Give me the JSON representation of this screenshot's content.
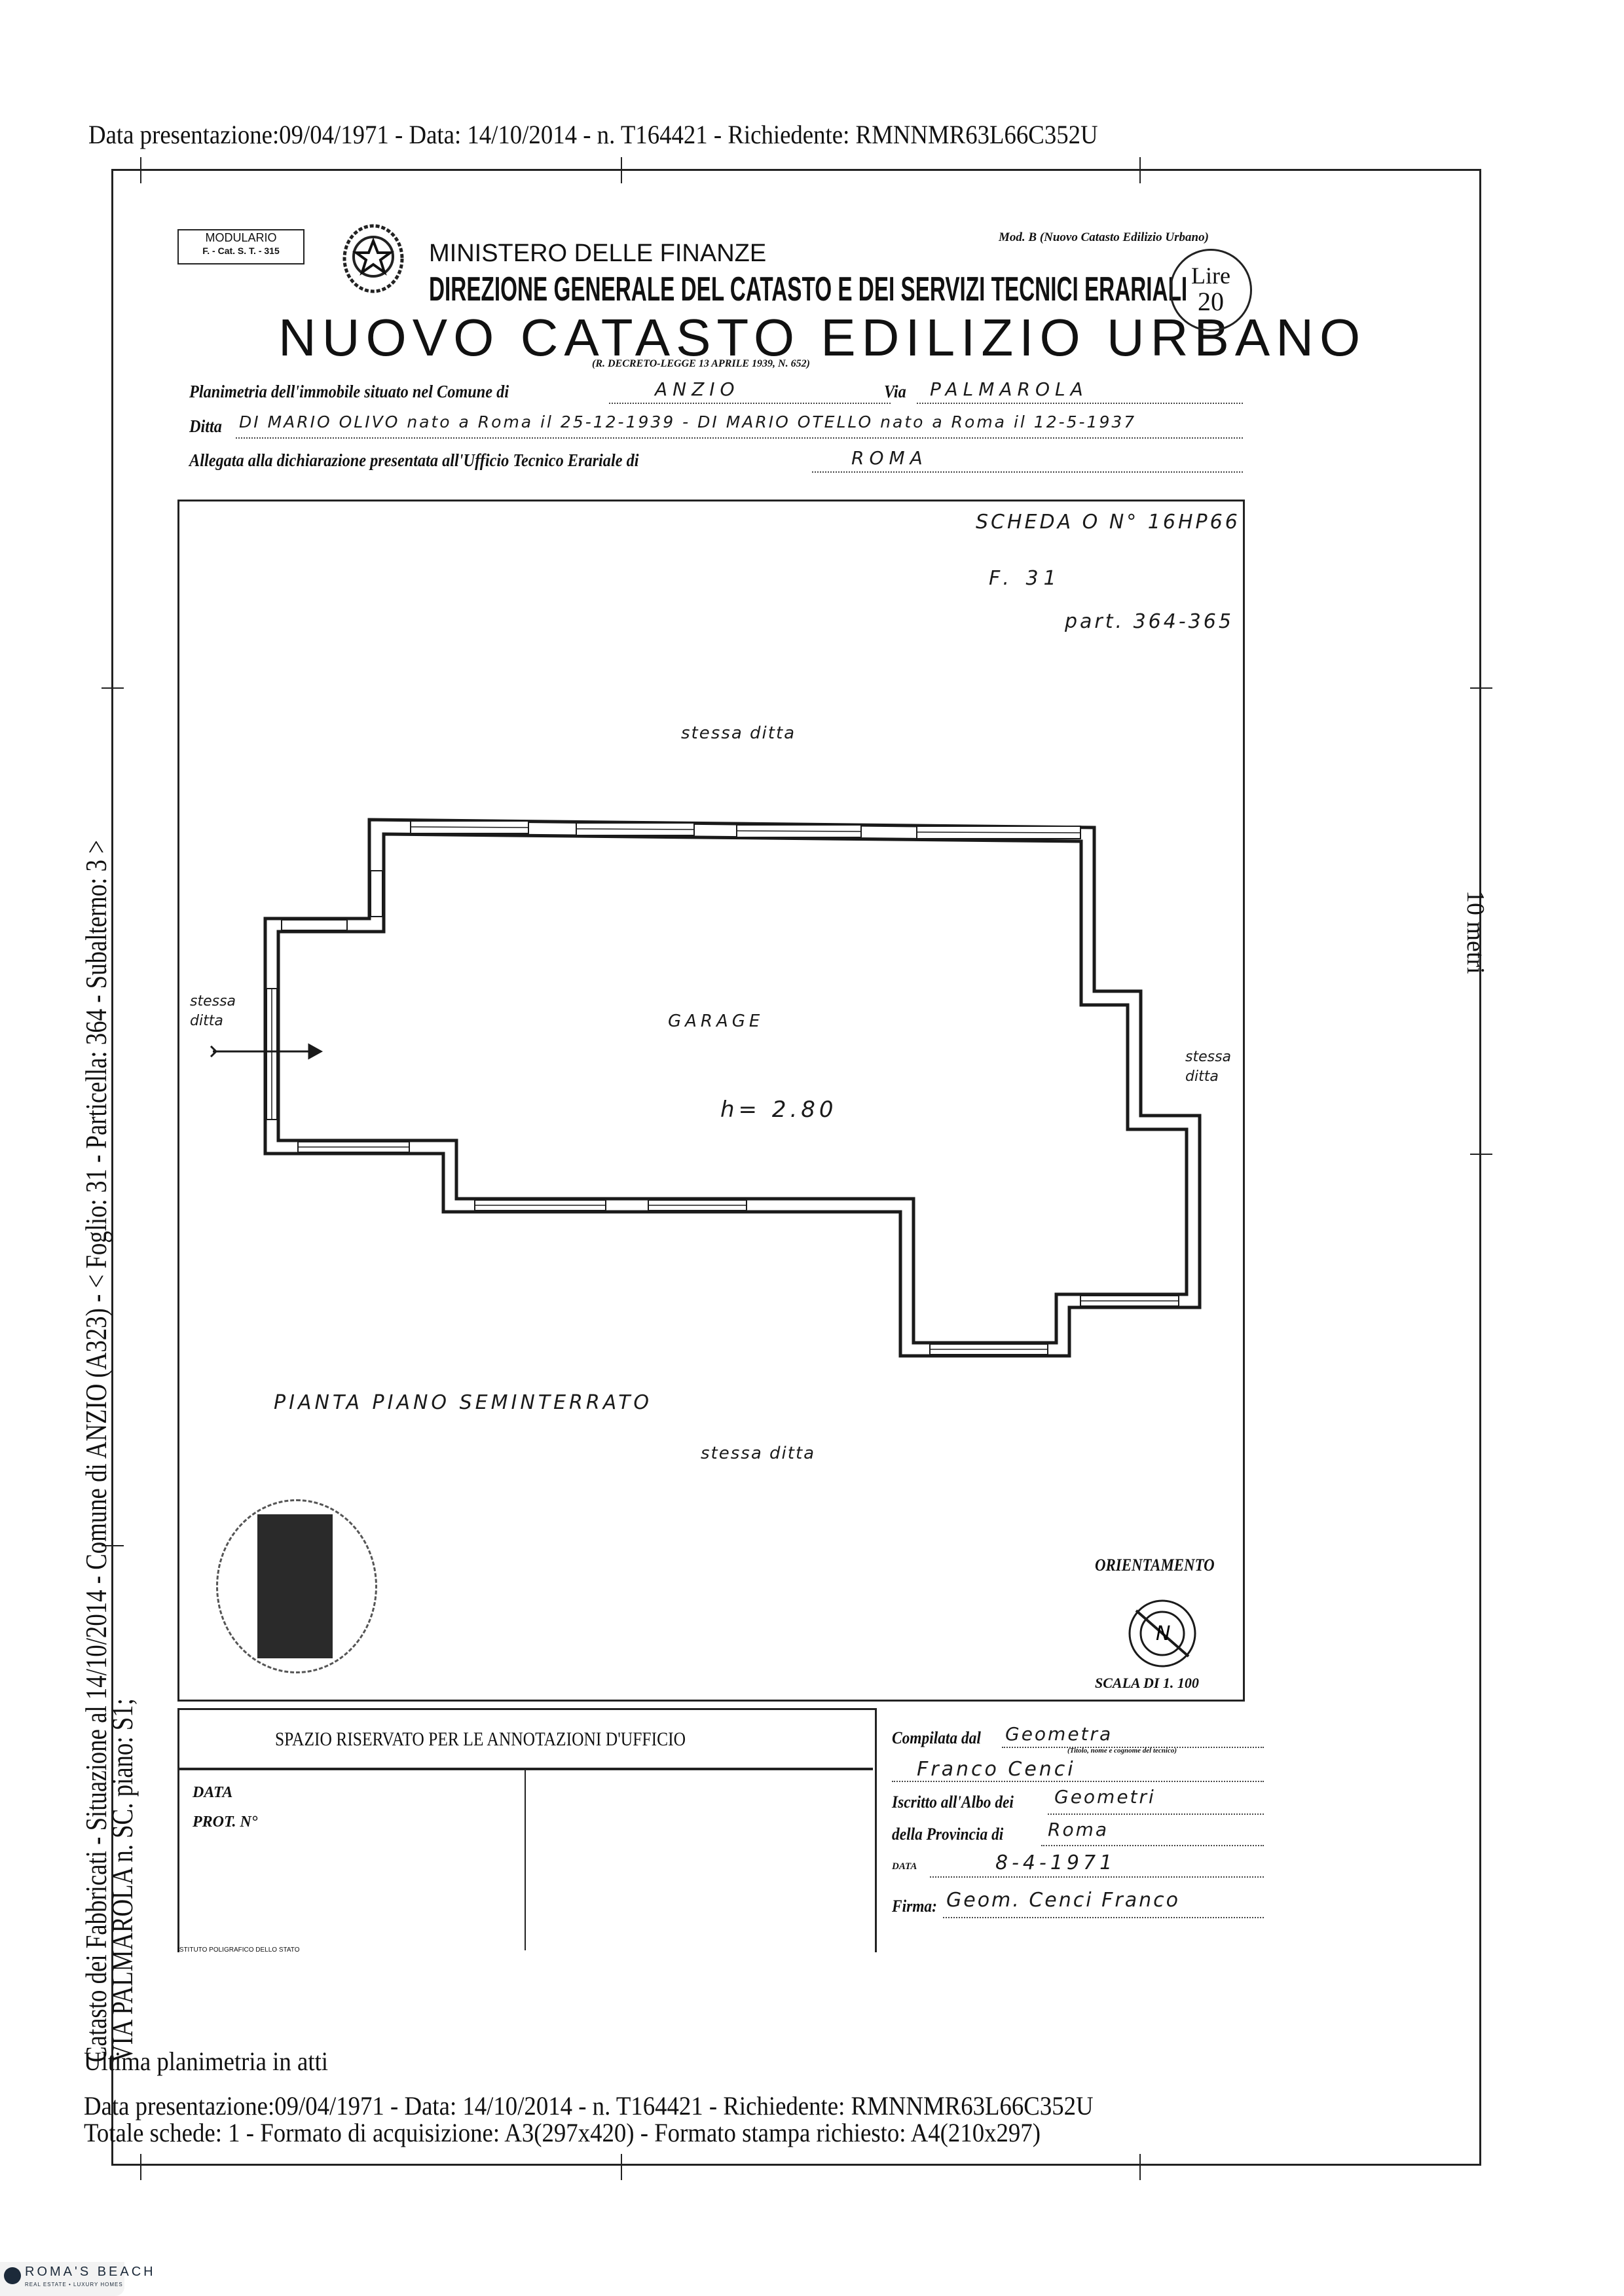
{
  "header_meta": "Data presentazione:09/04/1971 - Data: 14/10/2014 - n. T164421 - Richiedente: RMNNMR63L66C352U",
  "side_meta": {
    "line1": "Catasto dei Fabbricati - Situazione al 14/10/2014 - Comune di ANZIO (A323) - < Foglio: 31 - Particella: 364 - Subalterno: 3 >",
    "line2": "VIA PALMAROLA n. SC. piano: S1;"
  },
  "scale_label": "10 metri",
  "form": {
    "modulario": "MODULARIO",
    "modulario_code": "F. - Cat. S. T. - 315",
    "ministry": "MINISTERO DELLE FINANZE",
    "direction": "DIREZIONE GENERALE DEL CATASTO E DEI SERVIZI TECNICI ERARIALI",
    "title": "NUOVO CATASTO EDILIZIO URBANO",
    "decree": "(R. DECRETO-LEGGE 13 APRILE 1939, N. 652)",
    "model": "Mod. B (Nuovo Catasto Edilizio Urbano)",
    "stamp_duty": {
      "label": "Lire",
      "value": "20"
    },
    "planimetria_label": "Planimetria dell'immobile situato nel Comune di",
    "comune": "ANZIO",
    "via_label": "Via",
    "via": "PALMAROLA",
    "ditta_label": "Ditta",
    "ditta": "DI MARIO OLIVO nato a Roma il 25-12-1939 - DI MARIO OTELLO nato a Roma il 12-5-1937",
    "allegata_label": "Allegata alla dichiarazione presentata all'Ufficio Tecnico Erariale di",
    "ufficio": "ROMA"
  },
  "drawing": {
    "scheda": "SCHEDA O N° 16HP66",
    "foglio": "F. 31",
    "particelle": "part. 364-365",
    "room_label": "GARAGE",
    "height": "h= 2.80",
    "neighbor_label": "stessa ditta",
    "floor_title": "PIANTA PIANO SEMINTERRATO",
    "orientation_label": "ORIENTAMENTO",
    "scale": "SCALA DI 1. 100"
  },
  "annotations": {
    "office_title": "SPAZIO RISERVATO PER LE ANNOTAZIONI D'UFFICIO",
    "data_label": "DATA",
    "prot_label": "PROT. N°",
    "printer": "ISTITUTO POLIGRAFICO DELLO STATO",
    "compilata_label": "Compilata dal",
    "compilata_value": "Geometra",
    "compilata_hint": "(Titolo, nome e cognome del tecnico)",
    "tecnico_name": "Franco Cenci",
    "albo_label": "Iscritto all'Albo dei",
    "albo_value": "Geometri",
    "provincia_label": "della Provincia di",
    "provincia_value": "Roma",
    "date_label": "DATA",
    "date_value": "8-4-1971",
    "firma_label": "Firma:",
    "firma_value": "Geom. Cenci Franco"
  },
  "footer": {
    "last_plan": "Ultima planimetria in atti",
    "meta": "Data presentazione:09/04/1971 - Data: 14/10/2014 - n. T164421 - Richiedente: RMNNMR63L66C352U",
    "formats": "Totale schede: 1 - Formato di acquisizione: A3(297x420)  - Formato stampa richiesto: A4(210x297)"
  },
  "watermark_logo": {
    "name": "ROMA'S BEACH",
    "tagline": "REAL ESTATE • LUXURY HOMES"
  }
}
